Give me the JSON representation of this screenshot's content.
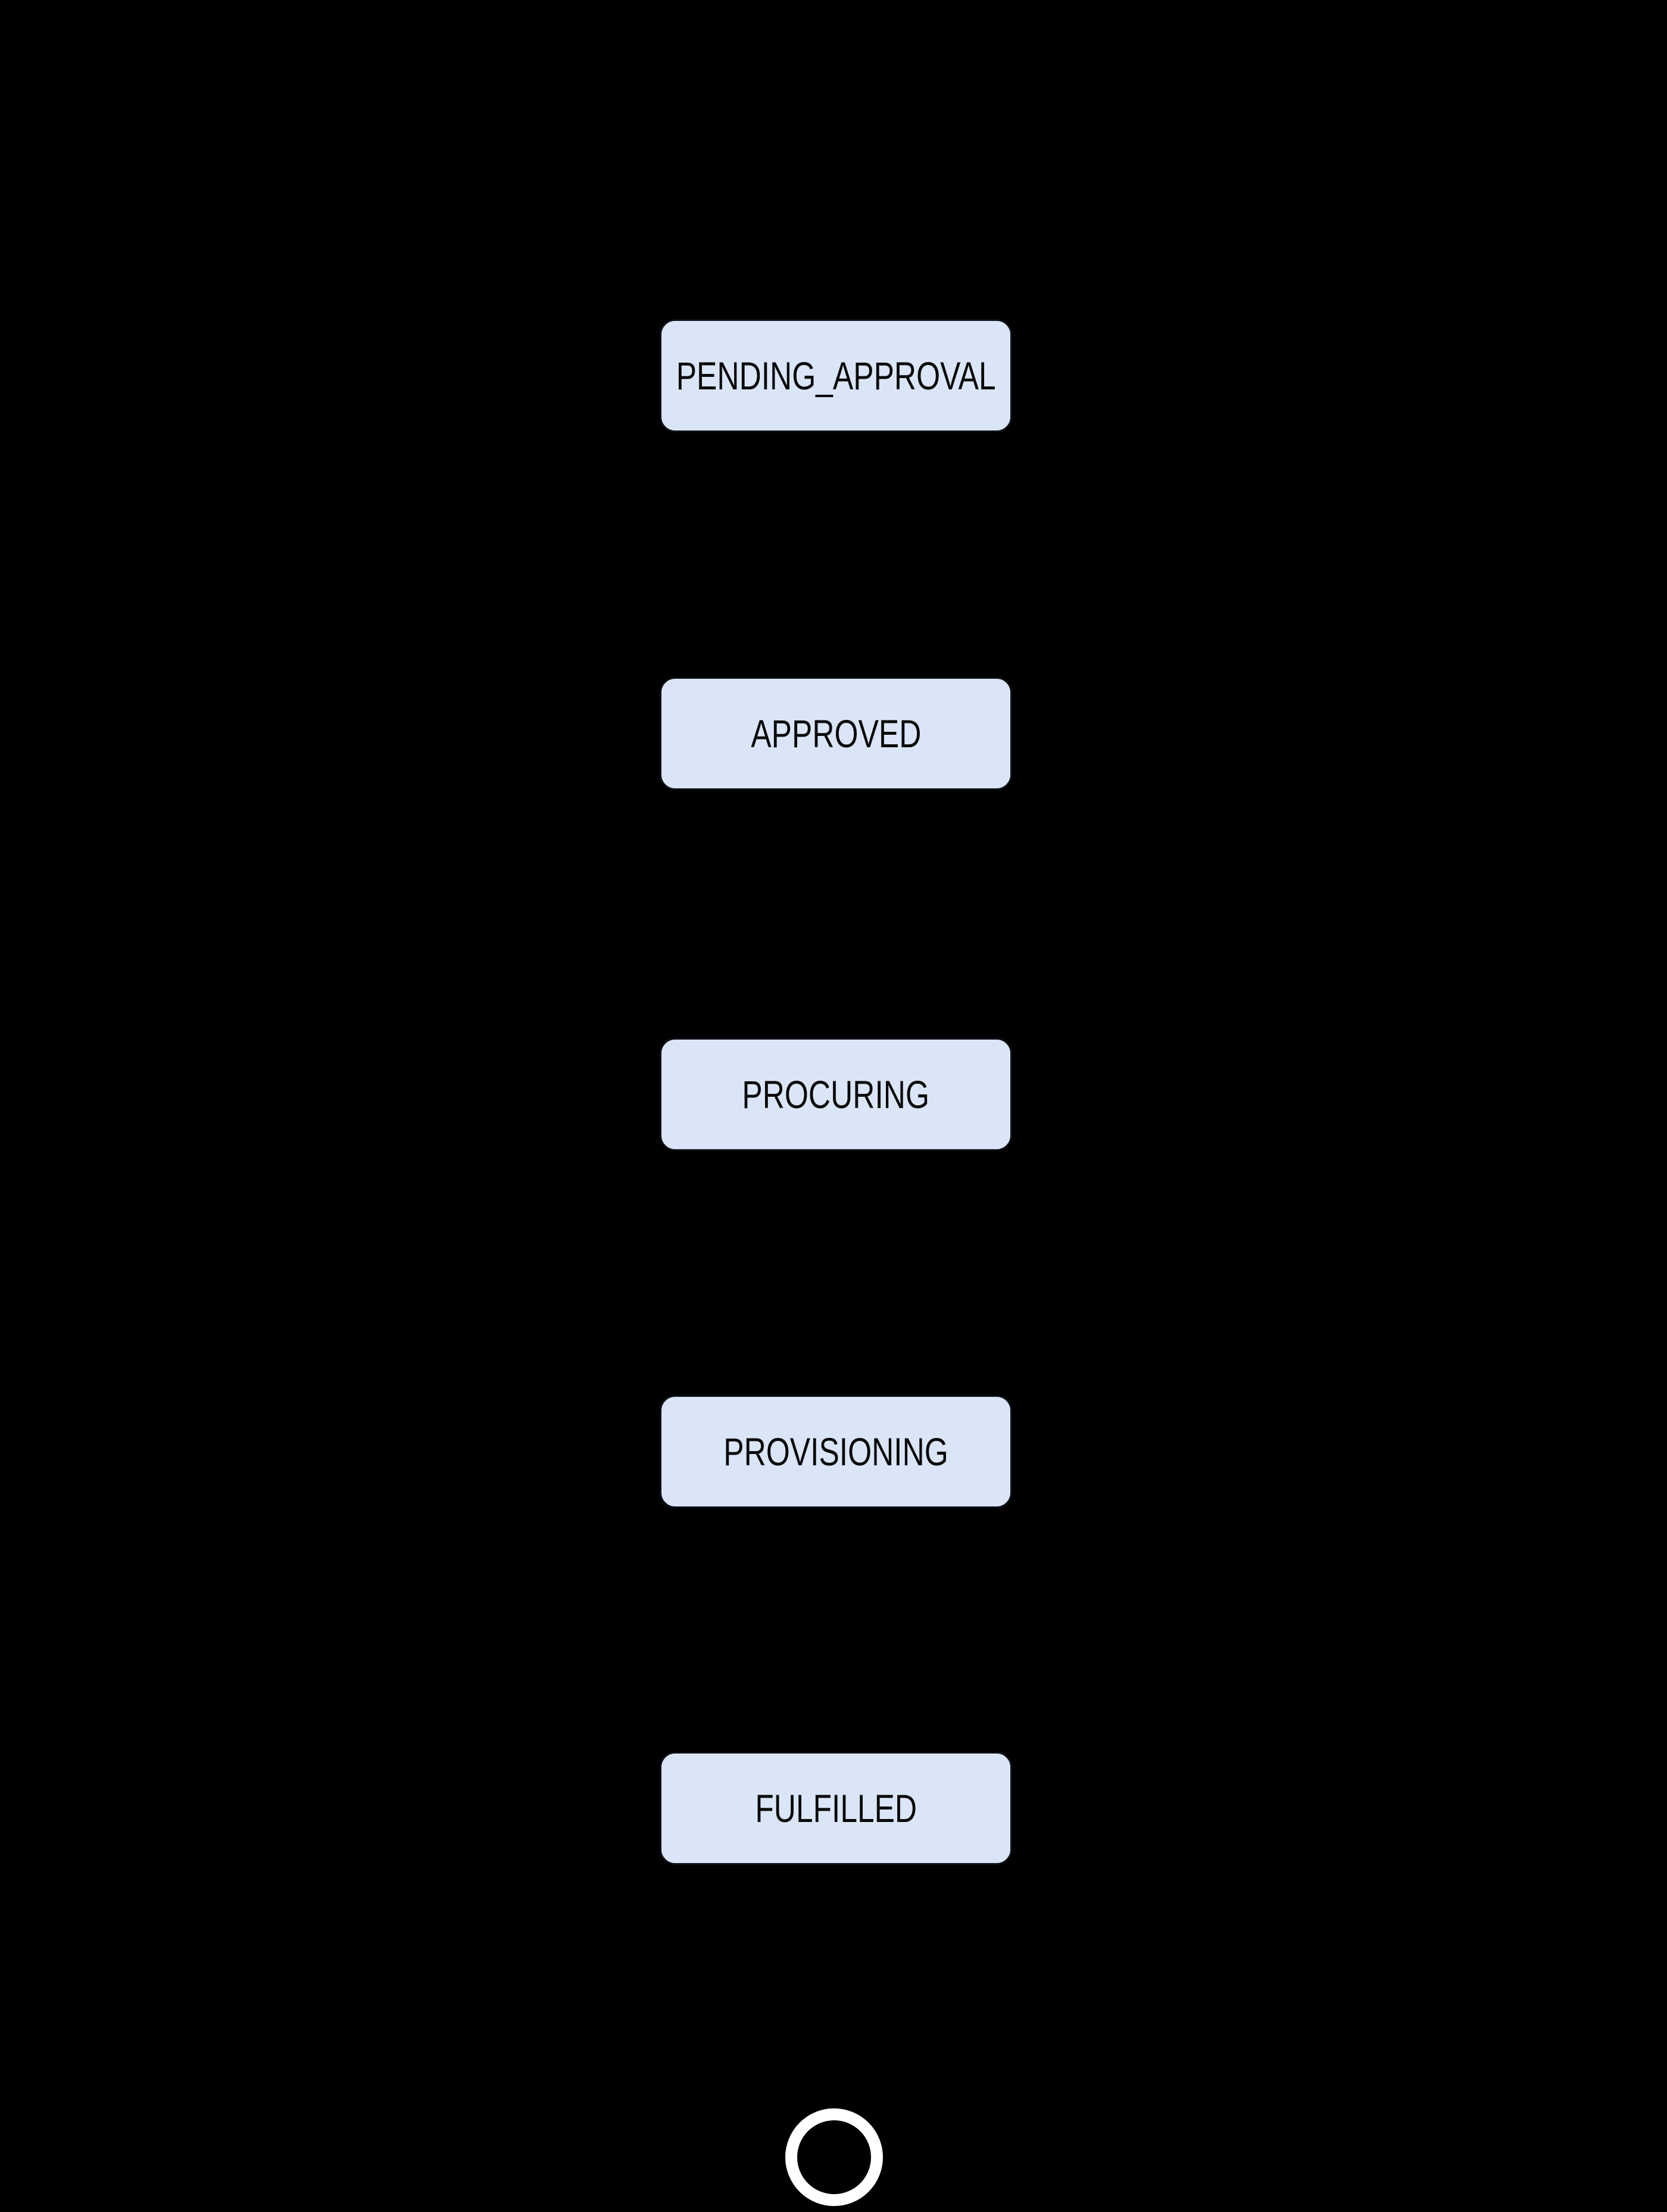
{
  "diagram": {
    "kind": "state-machine-flow",
    "orientation": "vertical",
    "states": [
      {
        "label": "PENDING_APPROVAL"
      },
      {
        "label": "APPROVED"
      },
      {
        "label": "PROCURING"
      },
      {
        "label": "PROVISIONING"
      },
      {
        "label": "FULFILLED"
      }
    ],
    "final_state_marker": "end-state-ring",
    "colors": {
      "background": "#000000",
      "state_fill": "#DAE6F8",
      "state_border": "#0D1117",
      "state_text": "#0A0A0A",
      "final_ring": "#FFFFFF"
    }
  }
}
